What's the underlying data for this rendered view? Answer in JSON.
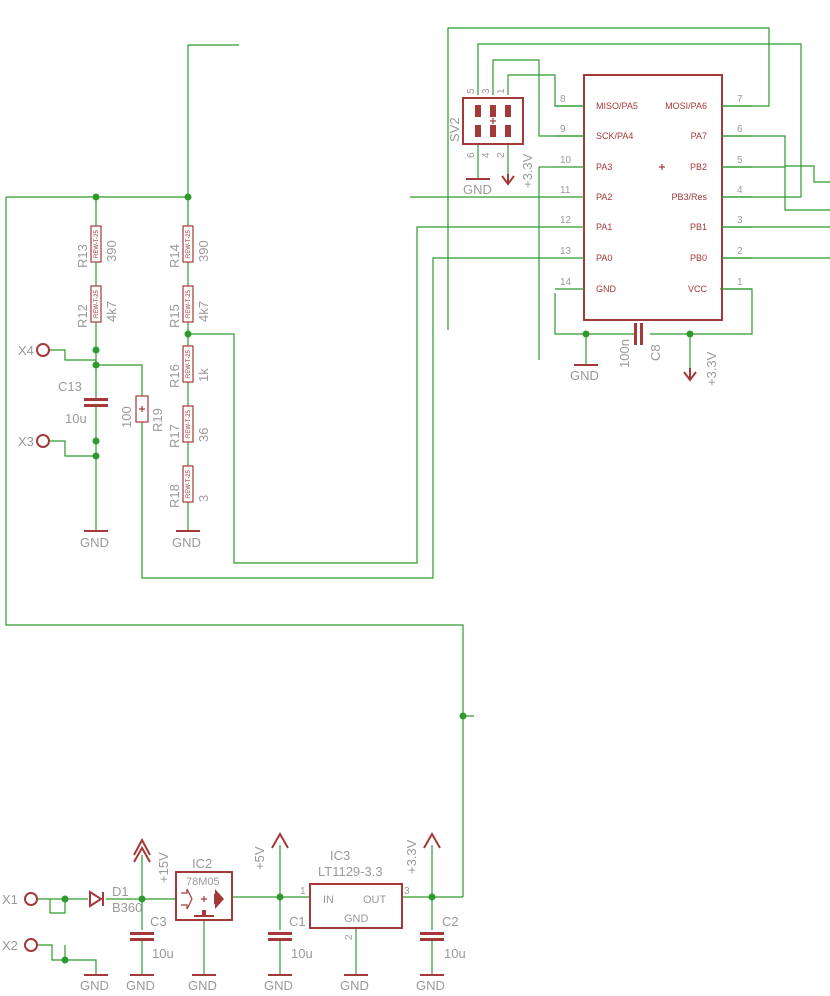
{
  "colors": {
    "wire": "#2e9a2e",
    "part": "#a4393a",
    "label": "#9a9a9a",
    "background": "#ffffff"
  },
  "parts": {
    "r13": {
      "name": "R13",
      "value": "390"
    },
    "r12": {
      "name": "R12",
      "value": "4k7"
    },
    "r14": {
      "name": "R14",
      "value": "390"
    },
    "r15": {
      "name": "R15",
      "value": "4k7"
    },
    "r16": {
      "name": "R16",
      "value": "1k"
    },
    "r17": {
      "name": "R17",
      "value": "36"
    },
    "r18": {
      "name": "R18",
      "value": "3"
    },
    "r19": {
      "name": "R19",
      "value": "100"
    },
    "c13": {
      "name": "C13",
      "value": "10u"
    },
    "c8": {
      "name": "C8",
      "value": "100n"
    },
    "c3": {
      "name": "C3",
      "value": "10u"
    },
    "c1": {
      "name": "C1",
      "value": "10u"
    },
    "c2": {
      "name": "C2",
      "value": "10u"
    },
    "d1": {
      "name": "D1",
      "value": "B360"
    },
    "ic2": {
      "name": "IC2",
      "value": "78M05"
    },
    "ic3": {
      "name": "IC3",
      "value": "LT1129-3.3",
      "pin_in": "IN",
      "pin_out": "OUT",
      "pin_gnd": "GND"
    },
    "sv2": {
      "name": "SV2",
      "pins_top": [
        "5",
        "3",
        "1"
      ],
      "pins_bottom": [
        "6",
        "4",
        "2"
      ]
    },
    "resistor_body_text": "REW-T-25"
  },
  "connectors": {
    "x1": "X1",
    "x2": "X2",
    "x3": "X3",
    "x4": "X4"
  },
  "supplies": {
    "gnd": "GND",
    "v33": "+3.3V",
    "v5": "+5V",
    "v15": "+15V"
  },
  "mcu": {
    "left_pins": [
      {
        "num": "8",
        "label": "MISO/PA5"
      },
      {
        "num": "9",
        "label": "SCK/PA4"
      },
      {
        "num": "10",
        "label": "PA3"
      },
      {
        "num": "11",
        "label": "PA2"
      },
      {
        "num": "12",
        "label": "PA1"
      },
      {
        "num": "13",
        "label": "PA0"
      },
      {
        "num": "14",
        "label": "GND"
      }
    ],
    "right_pins": [
      {
        "num": "7",
        "label": "MOSI/PA6"
      },
      {
        "num": "6",
        "label": "PA7"
      },
      {
        "num": "5",
        "label": "PB2"
      },
      {
        "num": "4",
        "label": "PB3/Res"
      },
      {
        "num": "3",
        "label": "PB1"
      },
      {
        "num": "2",
        "label": "PB0"
      },
      {
        "num": "1",
        "label": "VCC"
      }
    ]
  },
  "pin_numbers": {
    "ic3_in": "1",
    "ic3_out": "3",
    "ic3_gnd": "2"
  }
}
